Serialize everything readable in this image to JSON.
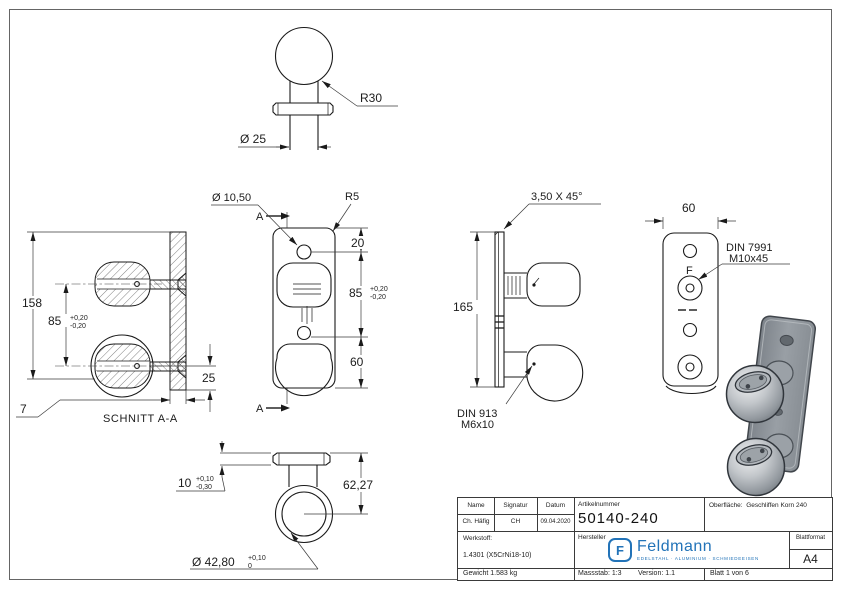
{
  "colors": {
    "line": "#1a1a1a",
    "logo_blue": "#2273b8",
    "render_gray": "#9aa0a5"
  },
  "views": {
    "top_view": {
      "radius_label": "R30",
      "diameter_label": "Ø 25"
    },
    "section_view": {
      "height_total": "158",
      "hole_spacing": "85",
      "tol_plus": "+0,20",
      "tol_minus": "-0,20",
      "bottom_offset": "25",
      "plate_thickness": "7",
      "caption": "SCHNITT A-A"
    },
    "front_view": {
      "hole_diameter": "Ø 10,50",
      "corner_radius": "R5",
      "section_marker": "A",
      "dim_top": "20",
      "dim_mid": "85",
      "tol_plus": "+0,20",
      "tol_minus": "-0,20",
      "dim_bottom": "60"
    },
    "side_view": {
      "chamfer": "3,50 X 45°",
      "height": "165",
      "din_line1": "DIN 913",
      "din_line2": "M6x10"
    },
    "rear_view": {
      "width": "60",
      "din_line1": "DIN 7991",
      "din_line2": "M10x45",
      "logo_mark": "F"
    },
    "bottom_view": {
      "thickness": "10",
      "tol_plus": "+0,10",
      "tol_minus": "-0,30",
      "height_to_center": "62,27",
      "bore_diameter": "Ø 42,80",
      "bore_tol_plus": "+0,10",
      "bore_tol_minus": "0"
    }
  },
  "title_block": {
    "name_label": "Name",
    "signatur_label": "Signatur",
    "datum_label": "Datum",
    "name_value": "Ch. Häfig",
    "signatur_value": "CH",
    "datum_value": "09.04.2020",
    "artikelnummer_label": "Artikelnummer",
    "artikelnummer_value": "50140-240",
    "oberflaeche_label": "Oberfläche:",
    "oberflaeche_value": "Geschliffen Korn 240",
    "werkstoff_label": "Werkstoff:",
    "werkstoff_value": "1.4301 (X5CrNi18-10)",
    "hersteller_label": "Hersteller",
    "blattformat_label": "Blattformat",
    "blattformat_value": "A4",
    "gewicht_value": "Gewicht 1.583 kg",
    "massstab_value": "Massstab: 1:3",
    "version_value": "Version: 1.1",
    "blatt_value": "Blatt 1 von 6",
    "logo": {
      "f": "F",
      "brand": "Feldmann",
      "tagline": "EDELSTAHL · ALUMINIUM · SCHMIEDEEISEN"
    }
  }
}
